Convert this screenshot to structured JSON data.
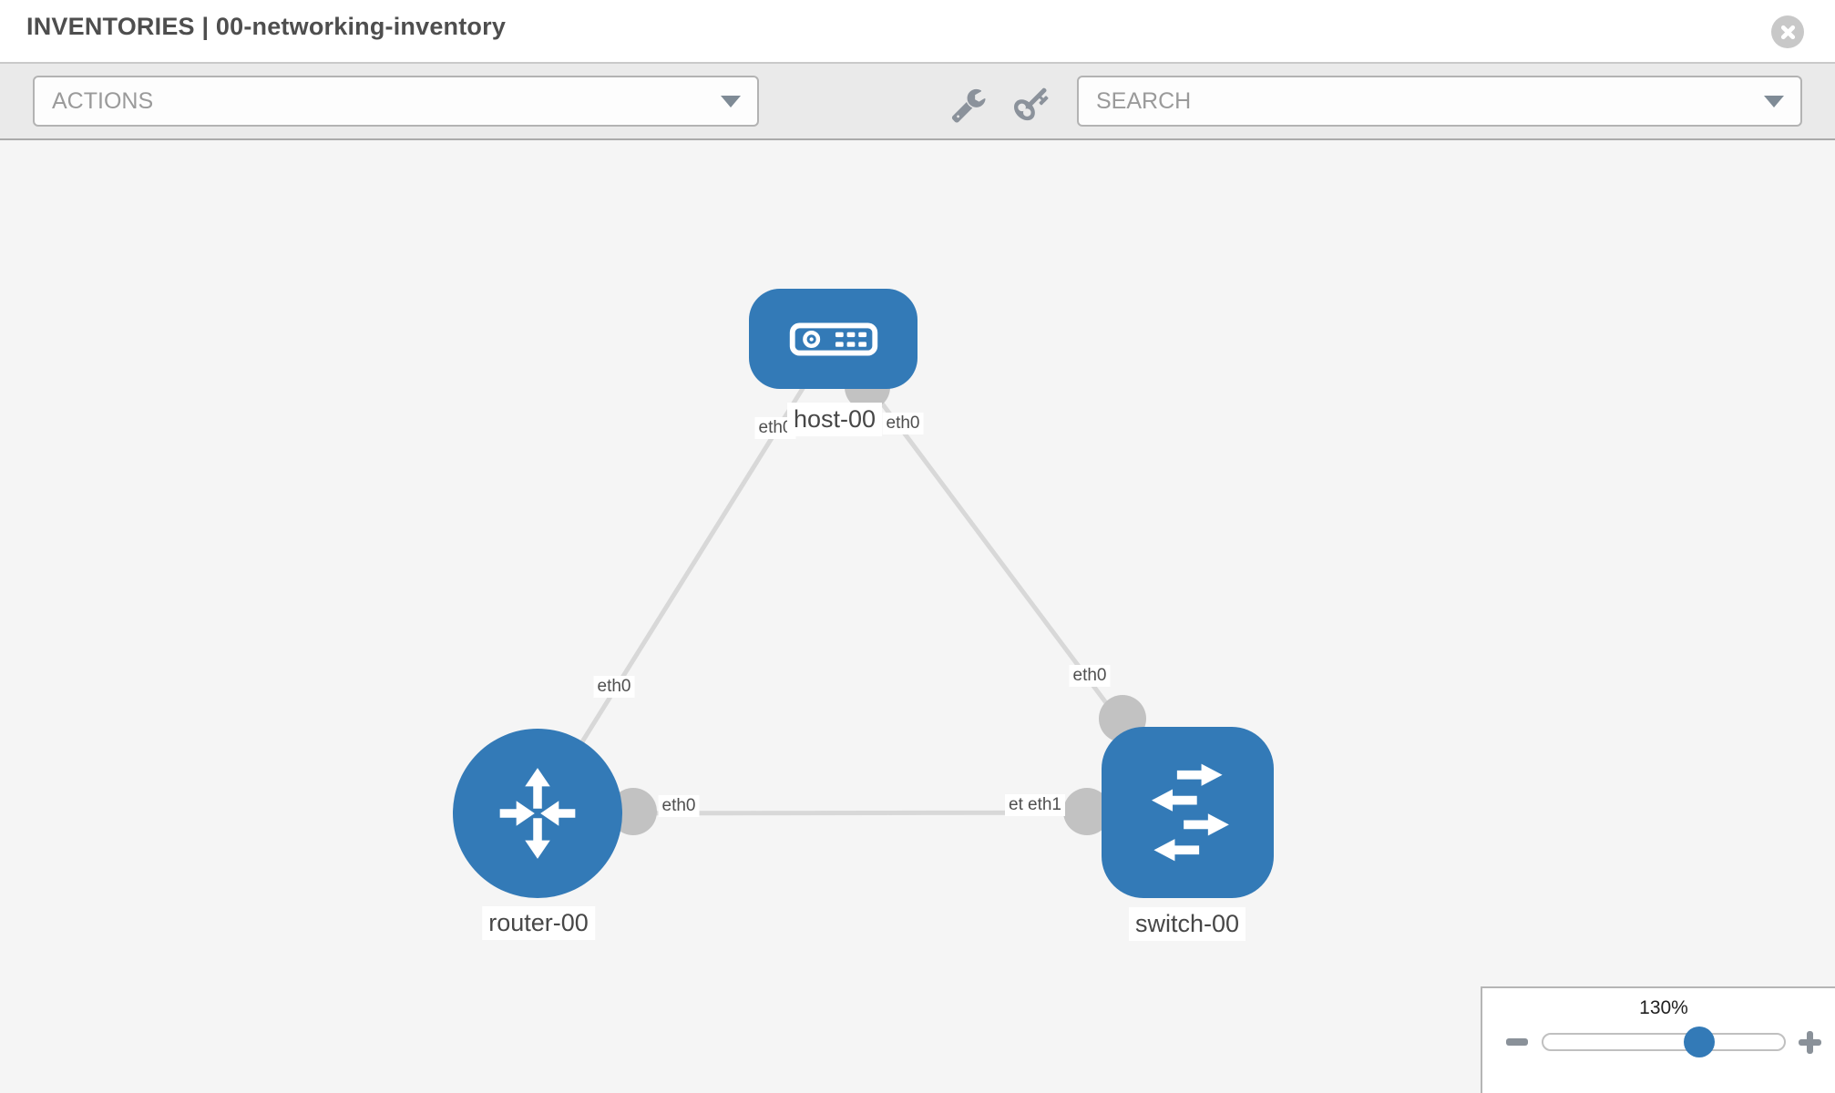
{
  "header": {
    "title": "INVENTORIES | 00-networking-inventory"
  },
  "toolbar": {
    "actions_label": "ACTIONS",
    "search_label": "SEARCH"
  },
  "topology": {
    "nodes": [
      {
        "label": "host-00",
        "type": "host"
      },
      {
        "label": "router-00",
        "type": "router"
      },
      {
        "label": "switch-00",
        "type": "switch"
      }
    ],
    "links": [
      {
        "from": "router-00",
        "to": "host-00",
        "from_iface": "eth0",
        "to_iface": "eth0"
      },
      {
        "from": "switch-00",
        "to": "host-00",
        "from_iface": "eth0",
        "to_iface": "eth0"
      },
      {
        "from": "router-00",
        "to": "switch-00",
        "from_iface": "eth0",
        "to_iface": "eth1",
        "to_iface_hidden": "eth0"
      }
    ]
  },
  "zoom_control": {
    "level": "130%"
  },
  "colors": {
    "node_blue": "#337ab7",
    "link_gray": "#d8d8d8",
    "endpoint_gray": "#c2c2c2",
    "canvas_bg": "#f5f5f5",
    "toolbar_bg": "#eaeaea",
    "icon_gray": "#8b929b"
  }
}
